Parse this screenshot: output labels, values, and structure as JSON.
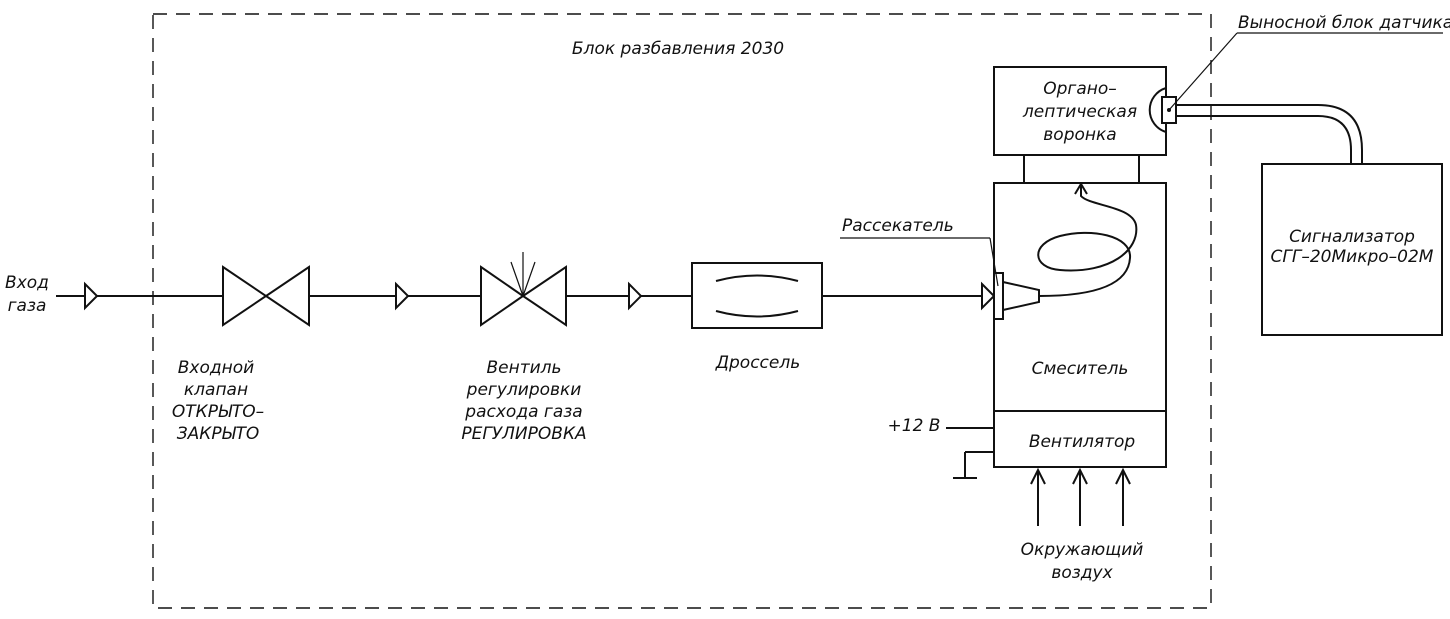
{
  "labels": {
    "block_title": "Блок разбавления 2030",
    "remote_sensor": "Выносной блок датчика",
    "funnel_line1": "Органо–",
    "funnel_line2": "лептическая",
    "funnel_line3": "воронка",
    "signalizer_line1": "Сигнализатор",
    "signalizer_line2": "СГГ–20Микро–02М",
    "splitter": "Рассекатель",
    "gas_in_line1": "Вход",
    "gas_in_line2": "газа",
    "valve_line1": "Входной",
    "valve_line2": "клапан",
    "valve_line3": "ОТКРЫТО–",
    "valve_line4": "ЗАКРЫТО",
    "regulator_line1": "Вентиль",
    "regulator_line2": "регулировки",
    "regulator_line3": "расхода газа",
    "regulator_line4": "РЕГУЛИРОВКА",
    "throttle": "Дроссель",
    "mixer": "Смеситель",
    "power": "+12 В",
    "fan": "Вентилятор",
    "air_line1": "Окружающий",
    "air_line2": "воздух"
  }
}
